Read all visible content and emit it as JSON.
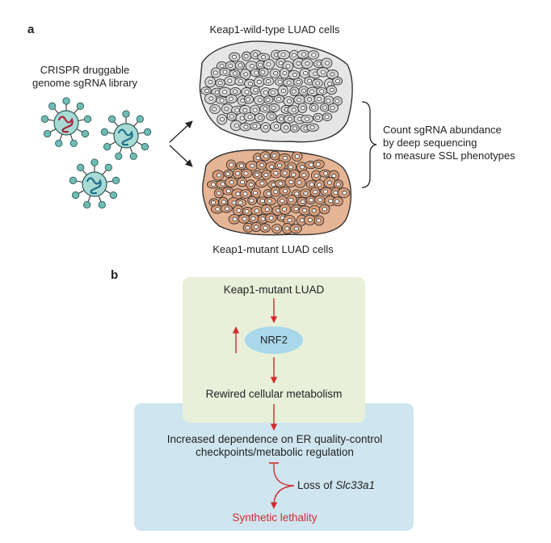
{
  "panel_a": {
    "letter": "a",
    "library_label_line1": "CRISPR druggable",
    "library_label_line2": "genome sgRNA library",
    "wild_type_label": "Keap1-wild-type LUAD cells",
    "mutant_label": "Keap1-mutant LUAD cells",
    "readout_line1": "Count sgRNA abundance",
    "readout_line2": "by deep sequencing",
    "readout_line3": "to measure SSL phenotypes"
  },
  "panel_b": {
    "letter": "b",
    "node_keap1": "Keap1-mutant LUAD",
    "node_nrf2": "NRF2",
    "node_metabolism": "Rewired cellular metabolism",
    "node_dependence_line1": "Increased dependence on ER quality-control",
    "node_dependence_line2": "checkpoints/metabolic regulation",
    "loss_prefix": "Loss of ",
    "loss_gene": "Slc33a1",
    "outcome": "Synthetic lethality"
  },
  "colors": {
    "green_box": "#e8f0da",
    "blue_box": "#cfe6f0",
    "nrf2_ellipse": "#a8d8ea",
    "arrow_red": "#d42a2f",
    "wild_type_cells": "#e6e6e6",
    "mutant_cells": "#e6b595",
    "virus_teal": "#6fbcb4"
  }
}
